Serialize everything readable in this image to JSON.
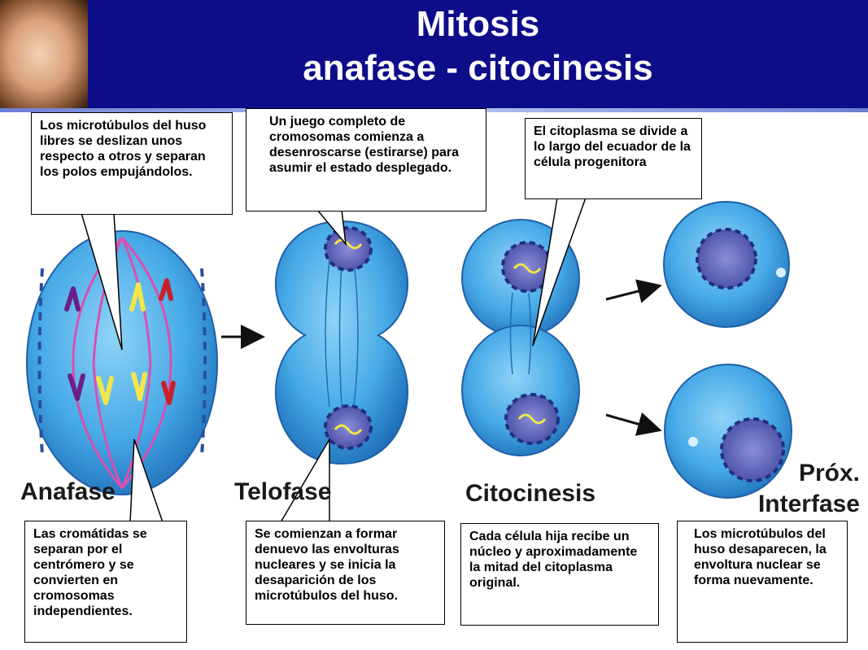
{
  "title": {
    "line1": "Mitosis",
    "line2": "anafase - citocinesis"
  },
  "callouts": {
    "spindle_slide": "Los microtúbulos del huso libres se deslizan unos respecto a otros y separan los polos empujándolos.",
    "chromosome_unwind": "Un juego completo de cromosomas comienza a desenroscarse (estirarse) para asumir el estado desplegado.",
    "cytoplasm_divides": "El citoplasma se divide a lo largo del ecuador de la célula progenitora",
    "chromatids_separate": "Las cromátidas se separan por el centrómero y se convierten en cromosomas independientes.",
    "nuclear_envelope_forms": "Se comienzan a formar denuevo las envolturas nucleares y se inicia la desaparición de los microtúbulos del huso.",
    "daughter_cells": "Cada célula hija recibe un núcleo y aproximadamente la mitad del citoplasma original.",
    "spindle_disappears": "Los microtúbulos del huso desaparecen, la envoltura nuclear se forma nuevamente."
  },
  "stages": {
    "anafase": "Anafase",
    "telofase": "Telofase",
    "citocinesis": "Citocinesis",
    "interfase_line1": "Próx.",
    "interfase_line2": "Interfase"
  },
  "colors": {
    "header": "#0d0d8a",
    "cell": "#4fb3ec",
    "cell_dark": "#1f7fc4",
    "nucleus": "#5a5fb8",
    "microtubule_pink": "#d94fb0",
    "chromosome_yellow": "#f2e64a",
    "chromosome_red": "#c8202a",
    "chromosome_purple": "#6a1f8a"
  }
}
